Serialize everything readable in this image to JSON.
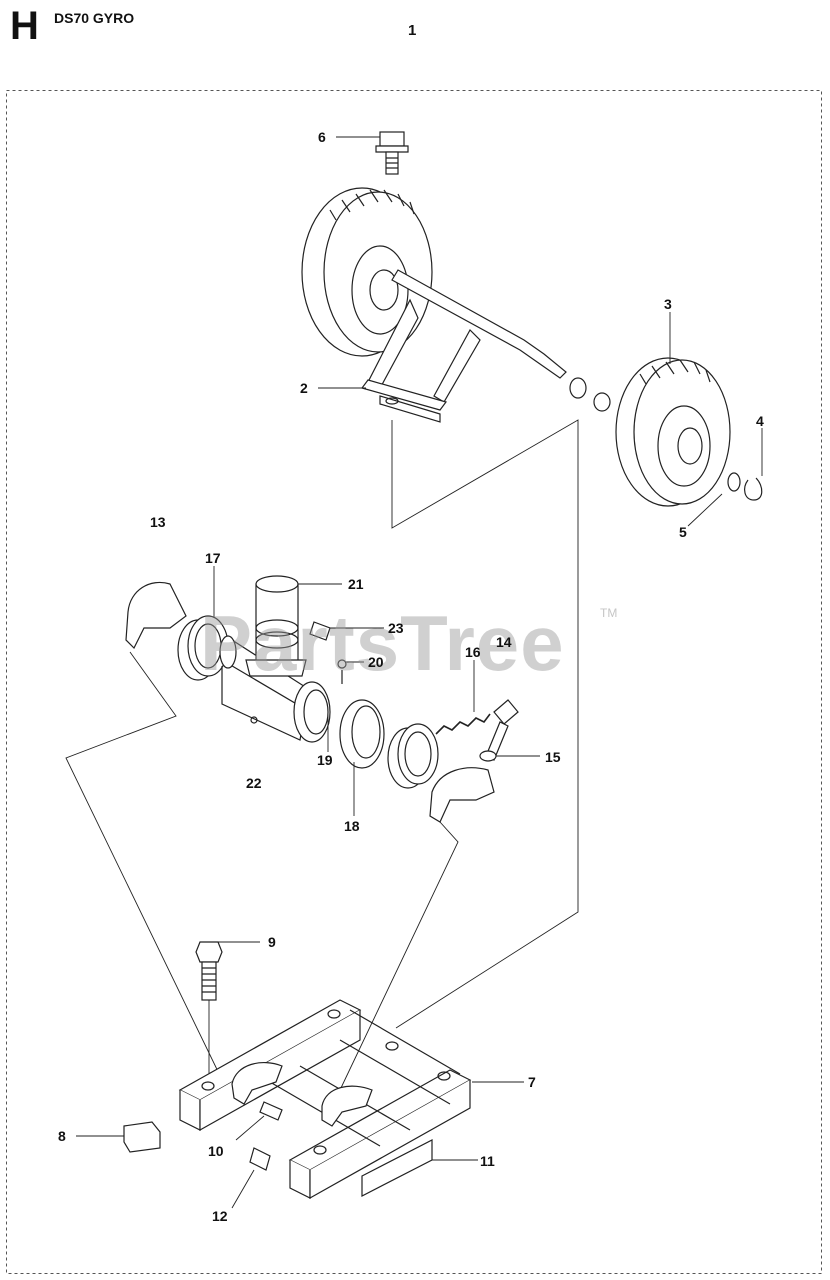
{
  "header": {
    "section_letter": "H",
    "model": "DS70 GYRO",
    "page_number": "1"
  },
  "watermark": {
    "text": "PartsTree",
    "tm": "TM"
  },
  "callouts": [
    {
      "id": "c1",
      "label": "13"
    },
    {
      "id": "c2",
      "label": "14"
    },
    {
      "id": "c3",
      "label": "6"
    },
    {
      "id": "c4",
      "label": "2"
    },
    {
      "id": "c5",
      "label": "3"
    },
    {
      "id": "c6",
      "label": "4"
    },
    {
      "id": "c7",
      "label": "5"
    },
    {
      "id": "c8",
      "label": "17"
    },
    {
      "id": "c9",
      "label": "21"
    },
    {
      "id": "c10",
      "label": "23"
    },
    {
      "id": "c11",
      "label": "20"
    },
    {
      "id": "c12",
      "label": "16"
    },
    {
      "id": "c13",
      "label": "15"
    },
    {
      "id": "c14",
      "label": "22"
    },
    {
      "id": "c15",
      "label": "19"
    },
    {
      "id": "c16",
      "label": "18"
    },
    {
      "id": "c17",
      "label": "9"
    },
    {
      "id": "c18",
      "label": "7"
    },
    {
      "id": "c19",
      "label": "8"
    },
    {
      "id": "c20",
      "label": "10"
    },
    {
      "id": "c21",
      "label": "11"
    },
    {
      "id": "c22",
      "label": "12"
    }
  ]
}
